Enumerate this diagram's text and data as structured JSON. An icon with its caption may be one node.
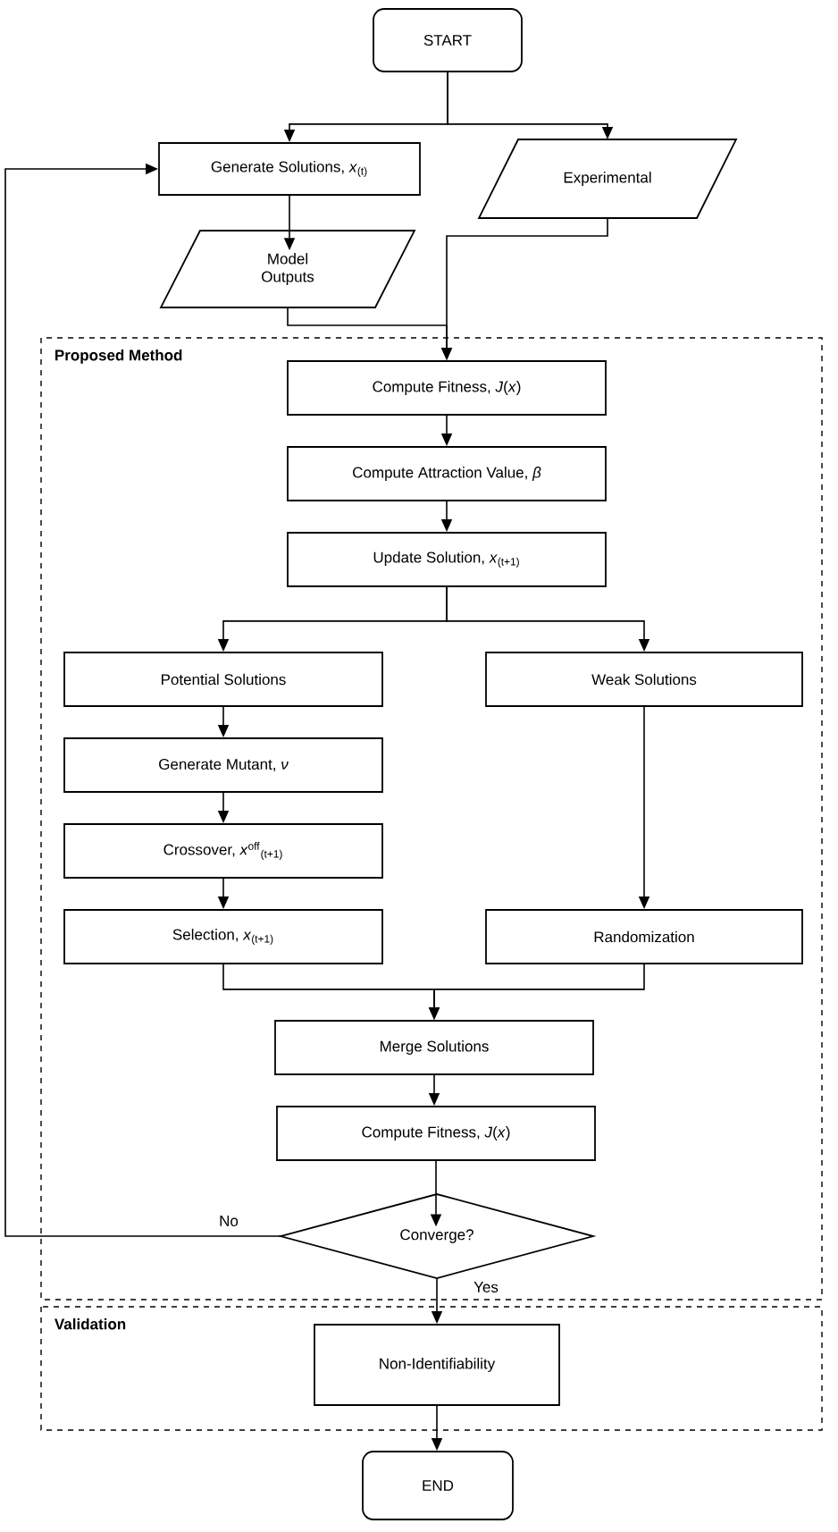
{
  "diagram": {
    "nodes": [
      {
        "text": [
          "START"
        ]
      },
      {
        "text": [
          "Generate Solutions, *x*$_{(t)}$"
        ]
      },
      {
        "text": [
          "Experimental"
        ]
      },
      {
        "text": [
          "Model Outputs"
        ]
      },
      {
        "text": [
          "Proposed Method"
        ]
      },
      {
        "text": [
          "Compute Fitness, *J*(*x*)"
        ],
        "in": 4
      },
      {
        "text": [
          "Compute Attraction Value, *β*"
        ],
        "in": 4
      },
      {
        "text": [
          "Update Solution, *x*$_{(t+1)}$"
        ],
        "in": 4
      },
      {
        "text": [
          "Potential Solutions"
        ],
        "in": 4
      },
      {
        "text": [
          "Weak Solutions"
        ],
        "in": 4
      },
      {
        "text": [
          "Generate Mutant, *ν*"
        ],
        "in": 4
      },
      {
        "text": [
          "Crossover, *x*$^{off}$$_{(t+1)}$"
        ],
        "in": 4
      },
      {
        "text": [
          "Selection, *x*$_{(t+1)}$"
        ],
        "in": 4
      },
      {
        "text": [
          "Randomization"
        ],
        "in": 4
      },
      {
        "text": [
          "Merge Solutions"
        ],
        "in": 4
      },
      {
        "text": [
          "Compute Fitness, *J*(*x*)"
        ],
        "in": 4
      },
      {
        "text": [
          "Converge?"
        ],
        "in": 4
      },
      {
        "text": [
          "Validation"
        ]
      },
      {
        "text": [
          "Non-Identifiability"
        ],
        "in": 17
      },
      {
        "text": [
          "END"
        ]
      }
    ],
    "edges": [
      {
        "from": 0,
        "to": 1,
        "arrow": "to"
      },
      {
        "from": 0,
        "to": 2,
        "arrow": "to"
      },
      {
        "from": 1,
        "to": 3,
        "arrow": "to"
      },
      {
        "from": 3,
        "to": 5,
        "arrow": "to"
      },
      {
        "from": 2,
        "to": 5,
        "arrow": "to"
      },
      {
        "from": 5,
        "to": 6,
        "arrow": "to"
      },
      {
        "from": 6,
        "to": 7,
        "arrow": "to"
      },
      {
        "from": 7,
        "to": 8,
        "arrow": "to"
      },
      {
        "from": 7,
        "to": 9,
        "arrow": "to"
      },
      {
        "from": 8,
        "to": 10,
        "arrow": "to"
      },
      {
        "from": 10,
        "to": 11,
        "arrow": "to"
      },
      {
        "from": 11,
        "to": 12,
        "arrow": "to"
      },
      {
        "from": 9,
        "to": 13,
        "arrow": "to"
      },
      {
        "from": 12,
        "to": 14,
        "arrow": "to"
      },
      {
        "from": 13,
        "to": 14,
        "arrow": "to"
      },
      {
        "from": 14,
        "to": 15,
        "arrow": "to"
      },
      {
        "from": 15,
        "to": 16,
        "arrow": "to"
      },
      {
        "from": 16,
        "to": 1,
        "label": "No",
        "arrow": "to"
      },
      {
        "from": 16,
        "to": 18,
        "label": "Yes",
        "arrow": "to"
      },
      {
        "from": 18,
        "to": 19,
        "arrow": "to"
      }
    ]
  }
}
